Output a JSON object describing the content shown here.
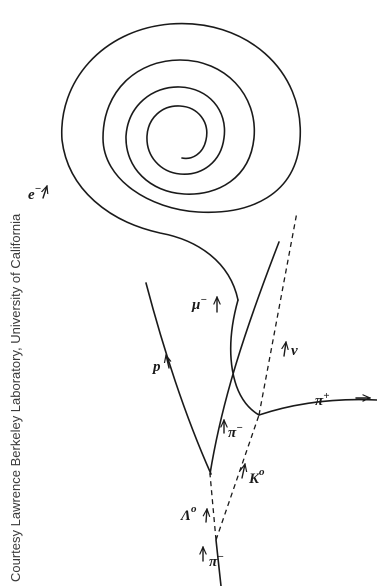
{
  "credit": "Courtesy Lawrence Berkeley Laboratory, University of California",
  "labels": {
    "electron": "e",
    "electron_sup": "−",
    "muon": "μ",
    "muon_sup": "−",
    "proton": "p",
    "neutrino": "ν",
    "pion_minus_mid": "π",
    "pion_minus_mid_sup": "−",
    "pion_plus": "π",
    "pion_plus_sup": "+",
    "kaon": "K",
    "kaon_sup": "o",
    "lambda": "Λ",
    "lambda_sup": "o",
    "pion_minus_beam": "π",
    "pion_minus_beam_sup": "−"
  }
}
